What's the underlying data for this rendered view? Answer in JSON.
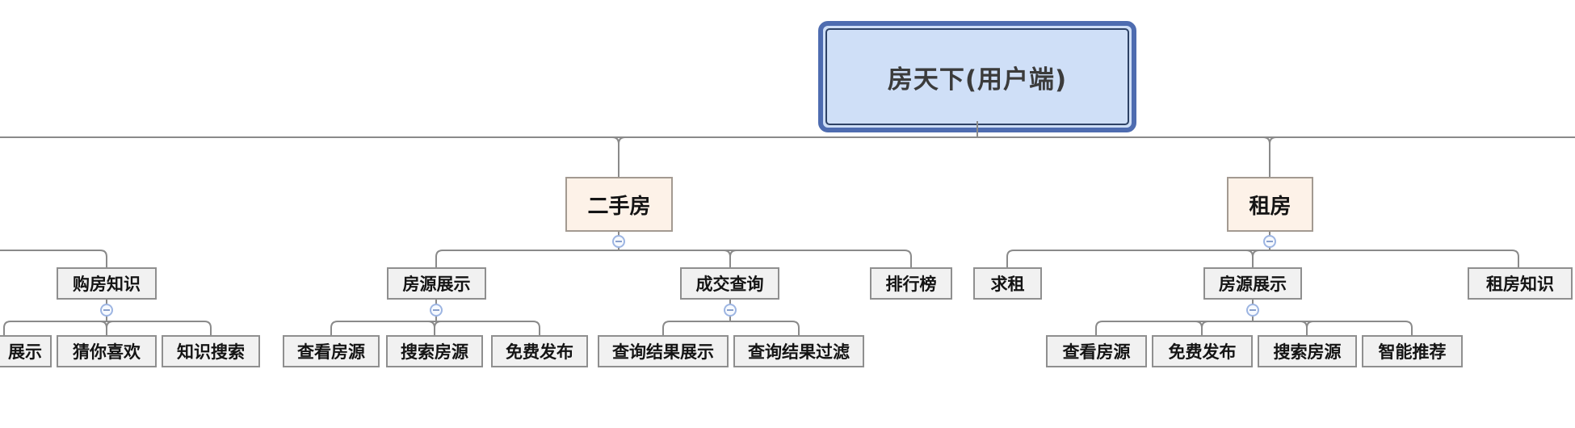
{
  "diagram": {
    "root": {
      "id": "root",
      "label": "房天下(用户端)"
    },
    "nodes": [
      {
        "id": "ershoufang",
        "label": "二手房",
        "level": 2,
        "parent": "root"
      },
      {
        "id": "zufang",
        "label": "租房",
        "level": 2,
        "parent": "root"
      },
      {
        "id": "goufang-zhishi",
        "label": "购房知识",
        "level": 3,
        "parent": "offscreen-left"
      },
      {
        "id": "fangyuan-zhanshi-sale",
        "label": "房源展示",
        "level": 3,
        "parent": "ershoufang"
      },
      {
        "id": "chengjiao-chaxun",
        "label": "成交查询",
        "level": 3,
        "parent": "ershoufang"
      },
      {
        "id": "paihangbang",
        "label": "排行榜",
        "level": 3,
        "parent": "ershoufang"
      },
      {
        "id": "qiuzu",
        "label": "求租",
        "level": 3,
        "parent": "zufang"
      },
      {
        "id": "fangyuan-zhanshi-rent",
        "label": "房源展示",
        "level": 3,
        "parent": "zufang"
      },
      {
        "id": "zufang-zhishi",
        "label": "租房知识",
        "level": 3,
        "parent": "zufang"
      },
      {
        "id": "zhanshi-clipped",
        "label": "展示",
        "level": 4,
        "parent": "goufang-zhishi",
        "clipped": true
      },
      {
        "id": "cainixihuan",
        "label": "猜你喜欢",
        "level": 4,
        "parent": "goufang-zhishi"
      },
      {
        "id": "zhishi-sousuo",
        "label": "知识搜索",
        "level": 4,
        "parent": "goufang-zhishi"
      },
      {
        "id": "chakan-fangyuan-sale",
        "label": "查看房源",
        "level": 4,
        "parent": "fangyuan-zhanshi-sale"
      },
      {
        "id": "sousuo-fangyuan-sale",
        "label": "搜索房源",
        "level": 4,
        "parent": "fangyuan-zhanshi-sale"
      },
      {
        "id": "mianfei-fabu-sale",
        "label": "免费发布",
        "level": 4,
        "parent": "fangyuan-zhanshi-sale"
      },
      {
        "id": "chaxun-jieguo-zhanshi",
        "label": "查询结果展示",
        "level": 4,
        "parent": "chengjiao-chaxun"
      },
      {
        "id": "chaxun-jieguo-guolv",
        "label": "查询结果过滤",
        "level": 4,
        "parent": "chengjiao-chaxun"
      },
      {
        "id": "chakan-fangyuan-rent",
        "label": "查看房源",
        "level": 4,
        "parent": "fangyuan-zhanshi-rent"
      },
      {
        "id": "mianfei-fabu-rent",
        "label": "免费发布",
        "level": 4,
        "parent": "fangyuan-zhanshi-rent"
      },
      {
        "id": "sousuo-fangyuan-rent",
        "label": "搜索房源",
        "level": 4,
        "parent": "fangyuan-zhanshi-rent"
      },
      {
        "id": "zhineng-tuijian",
        "label": "智能推荐",
        "level": 4,
        "parent": "fangyuan-zhanshi-rent"
      }
    ],
    "icons": {
      "collapse": "minus-in-circle"
    },
    "colors": {
      "root_fill": "#cfdff7",
      "root_border": "#4e6cb0",
      "root_inner_border": "#2e4265",
      "branch_fill": "#fdf2e8",
      "node_fill": "#f1f1f1",
      "node_border": "#8f8f8f",
      "line": "#8a8a8a",
      "collapse_border": "#9db5e2",
      "collapse_glyph": "#8aa0cc"
    }
  }
}
